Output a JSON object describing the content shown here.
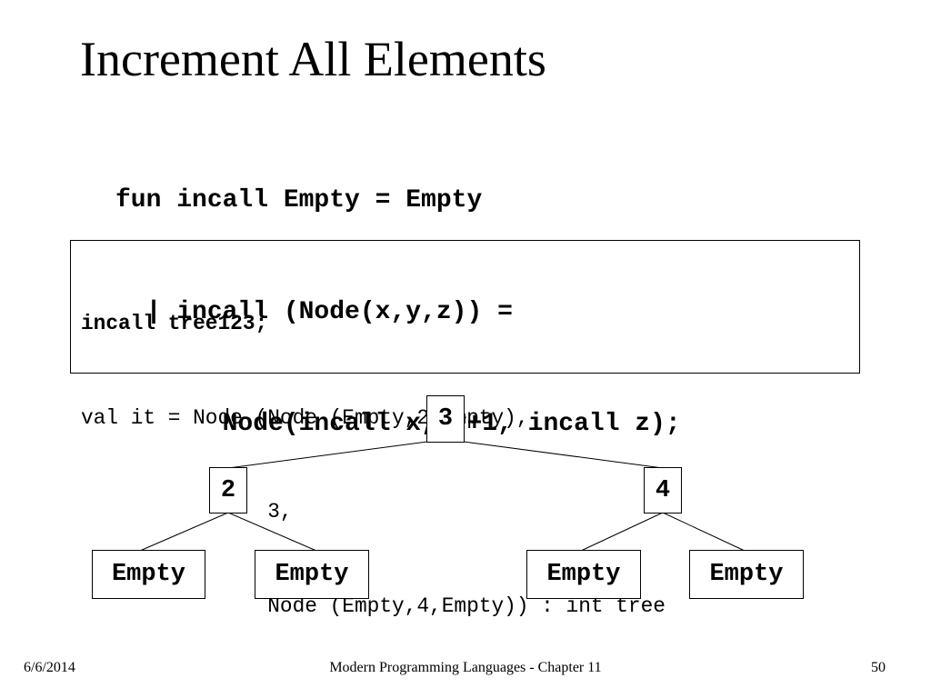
{
  "slide": {
    "title": "Increment All Elements"
  },
  "code": {
    "lines": [
      "fun incall Empty = Empty",
      "  | incall (Node(x,y,z)) =",
      "       Node(incall x, y+1, incall z);"
    ]
  },
  "repl": {
    "input": "incall tree123;",
    "output_lines": [
      "val it = Node (Node (Empty,2,Empty),",
      "               3,",
      "               Node (Empty,4,Empty)) : int tree"
    ]
  },
  "tree": {
    "root": {
      "label": "3"
    },
    "left": {
      "label": "2",
      "left": "Empty",
      "right": "Empty"
    },
    "right": {
      "label": "4",
      "left": "Empty",
      "right": "Empty"
    }
  },
  "footer": {
    "date": "6/6/2014",
    "center": "Modern Programming Languages - Chapter 11",
    "page": "50"
  }
}
